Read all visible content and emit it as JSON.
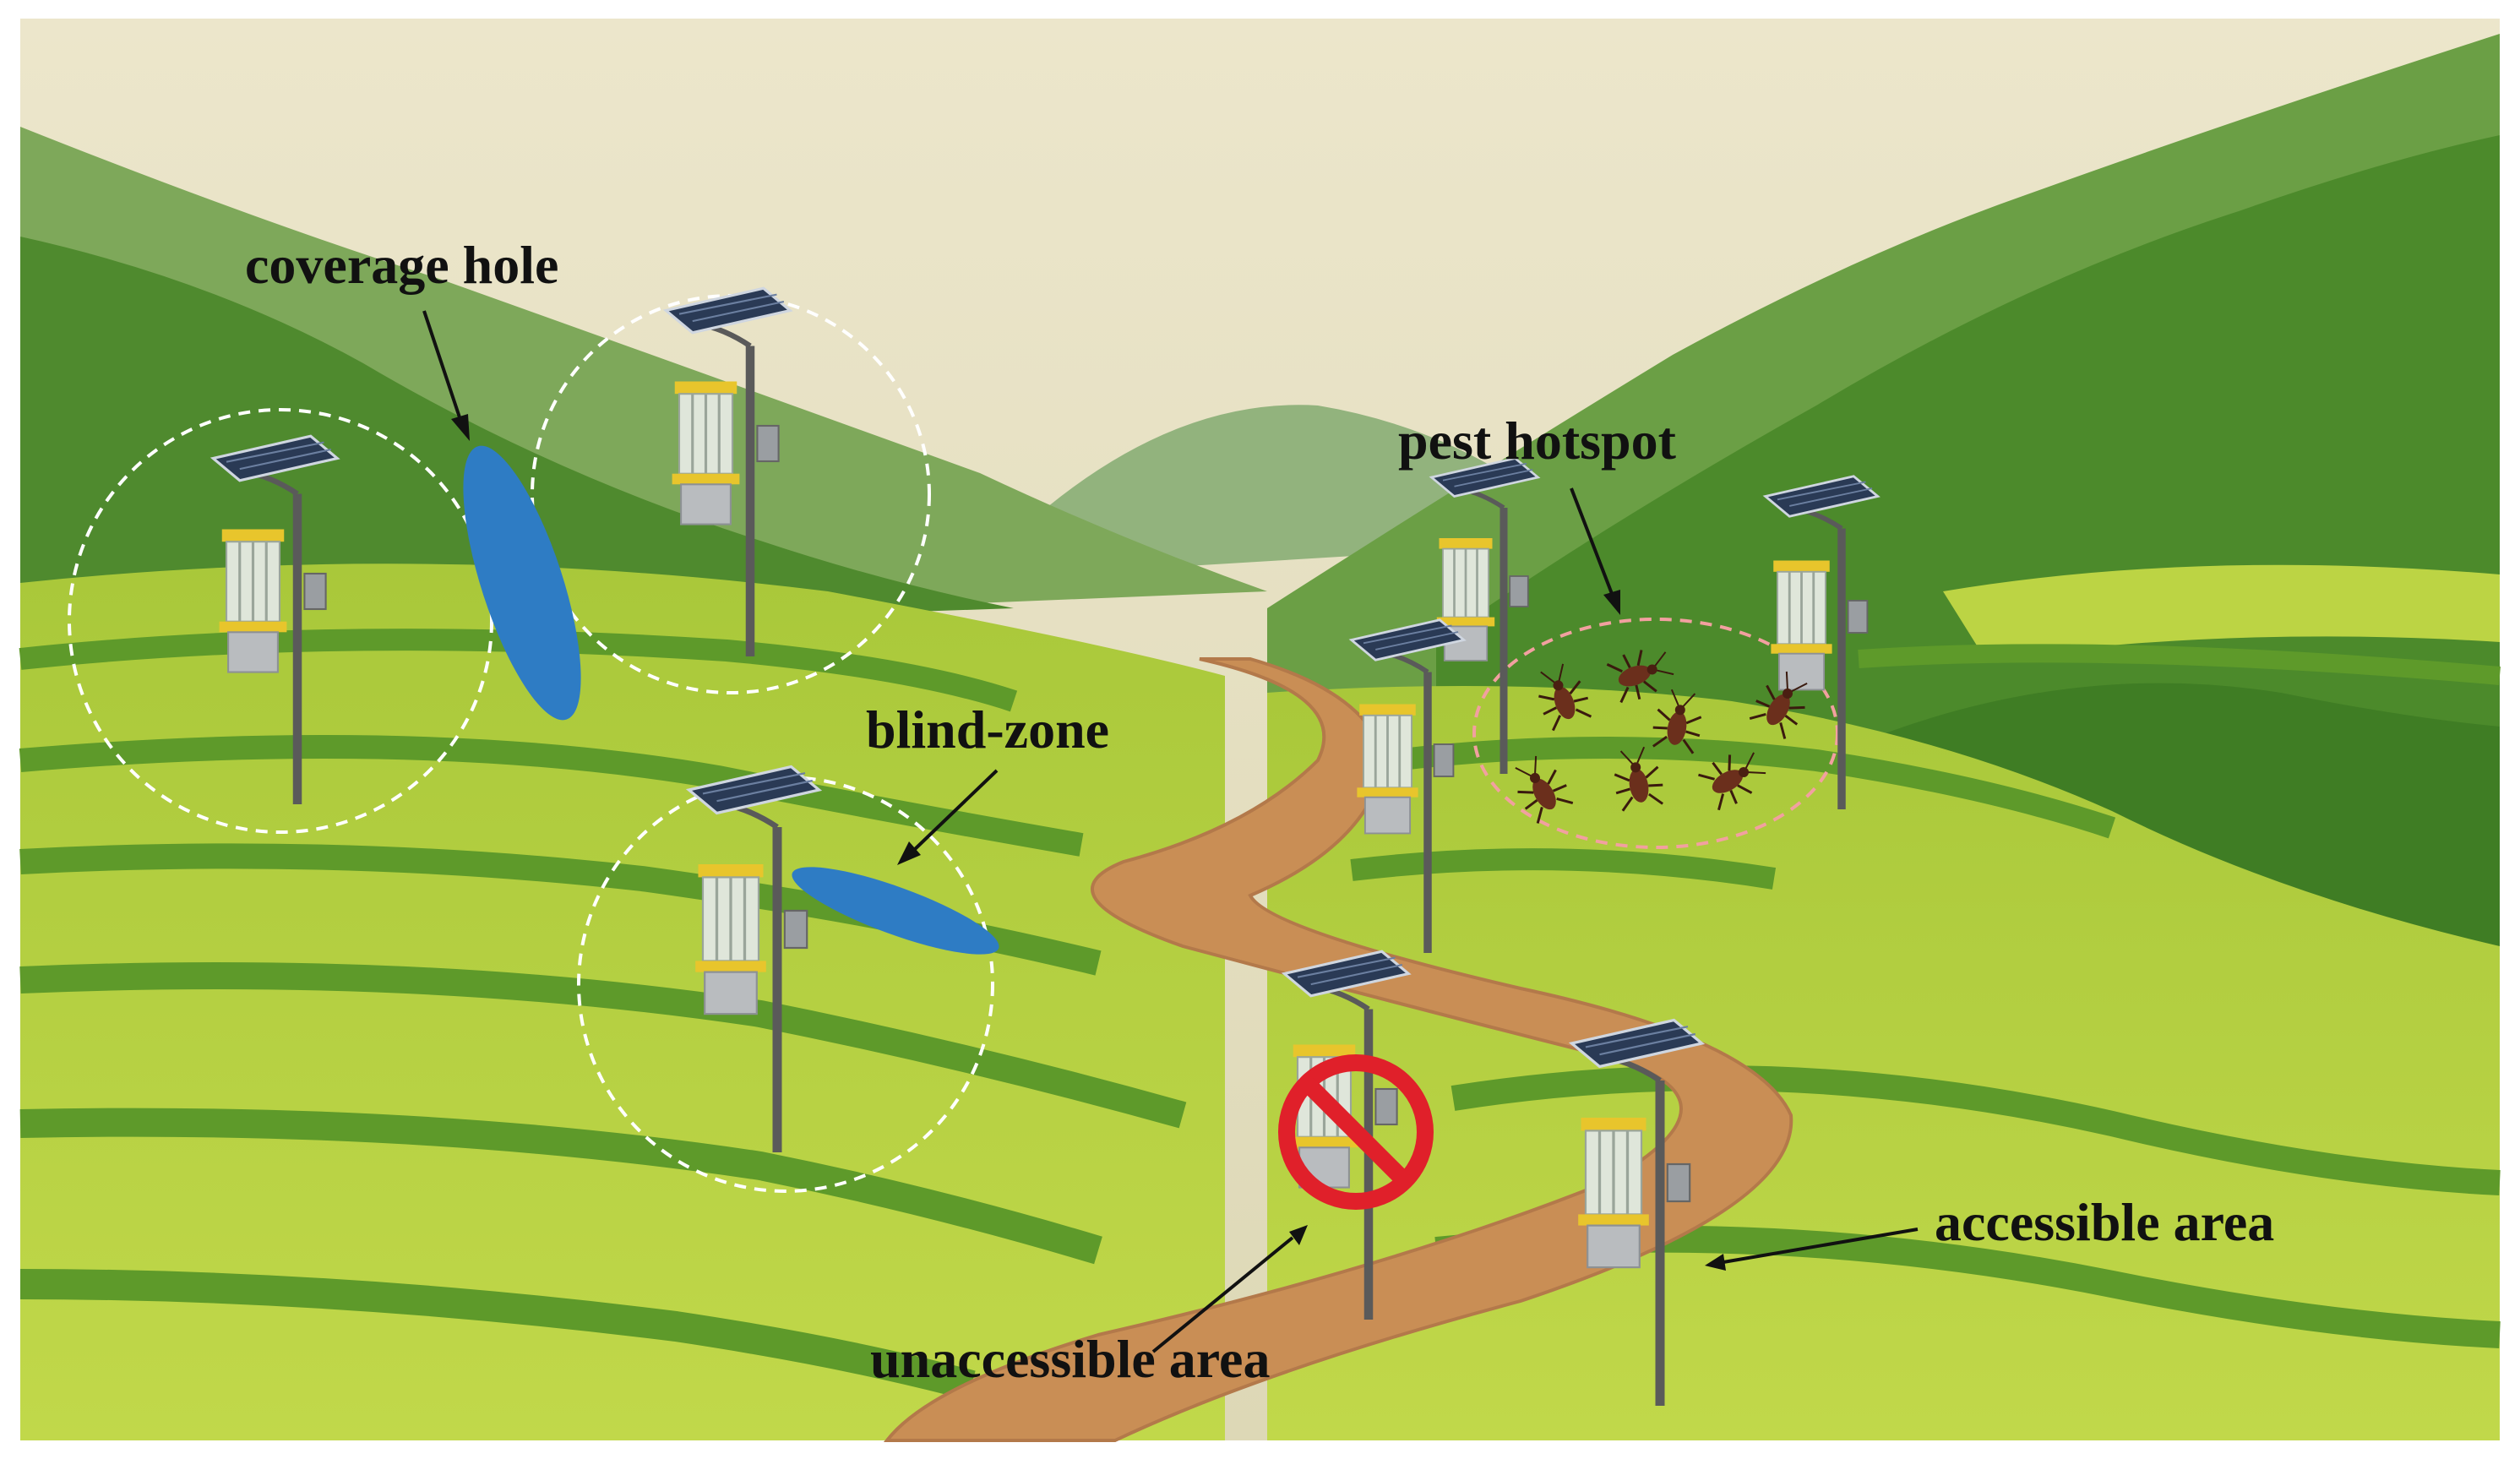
{
  "labels": {
    "coverage_hole": "coverage hole",
    "blind_zone": "blind-zone",
    "pest_hotspot": "pest hotspot",
    "accessible_area": "accessible area",
    "unaccessible_area": "unaccessible area"
  },
  "colors": {
    "sky": "#e9e3c8",
    "far_mountain": "#8fb07a",
    "forest": "#4f8a2e",
    "field_light": "#b9d43a",
    "field_dark": "#5e9a2a",
    "path": "#c98e55",
    "hole_blue": "#2e7cc4",
    "prohibit_red": "#e0202a",
    "pole": "#555555",
    "lamp_yellow": "#e8c52c",
    "pest": "#6b2f1c",
    "range_circle": "#ffffff",
    "hotspot_circle": "#f2a0a0"
  }
}
